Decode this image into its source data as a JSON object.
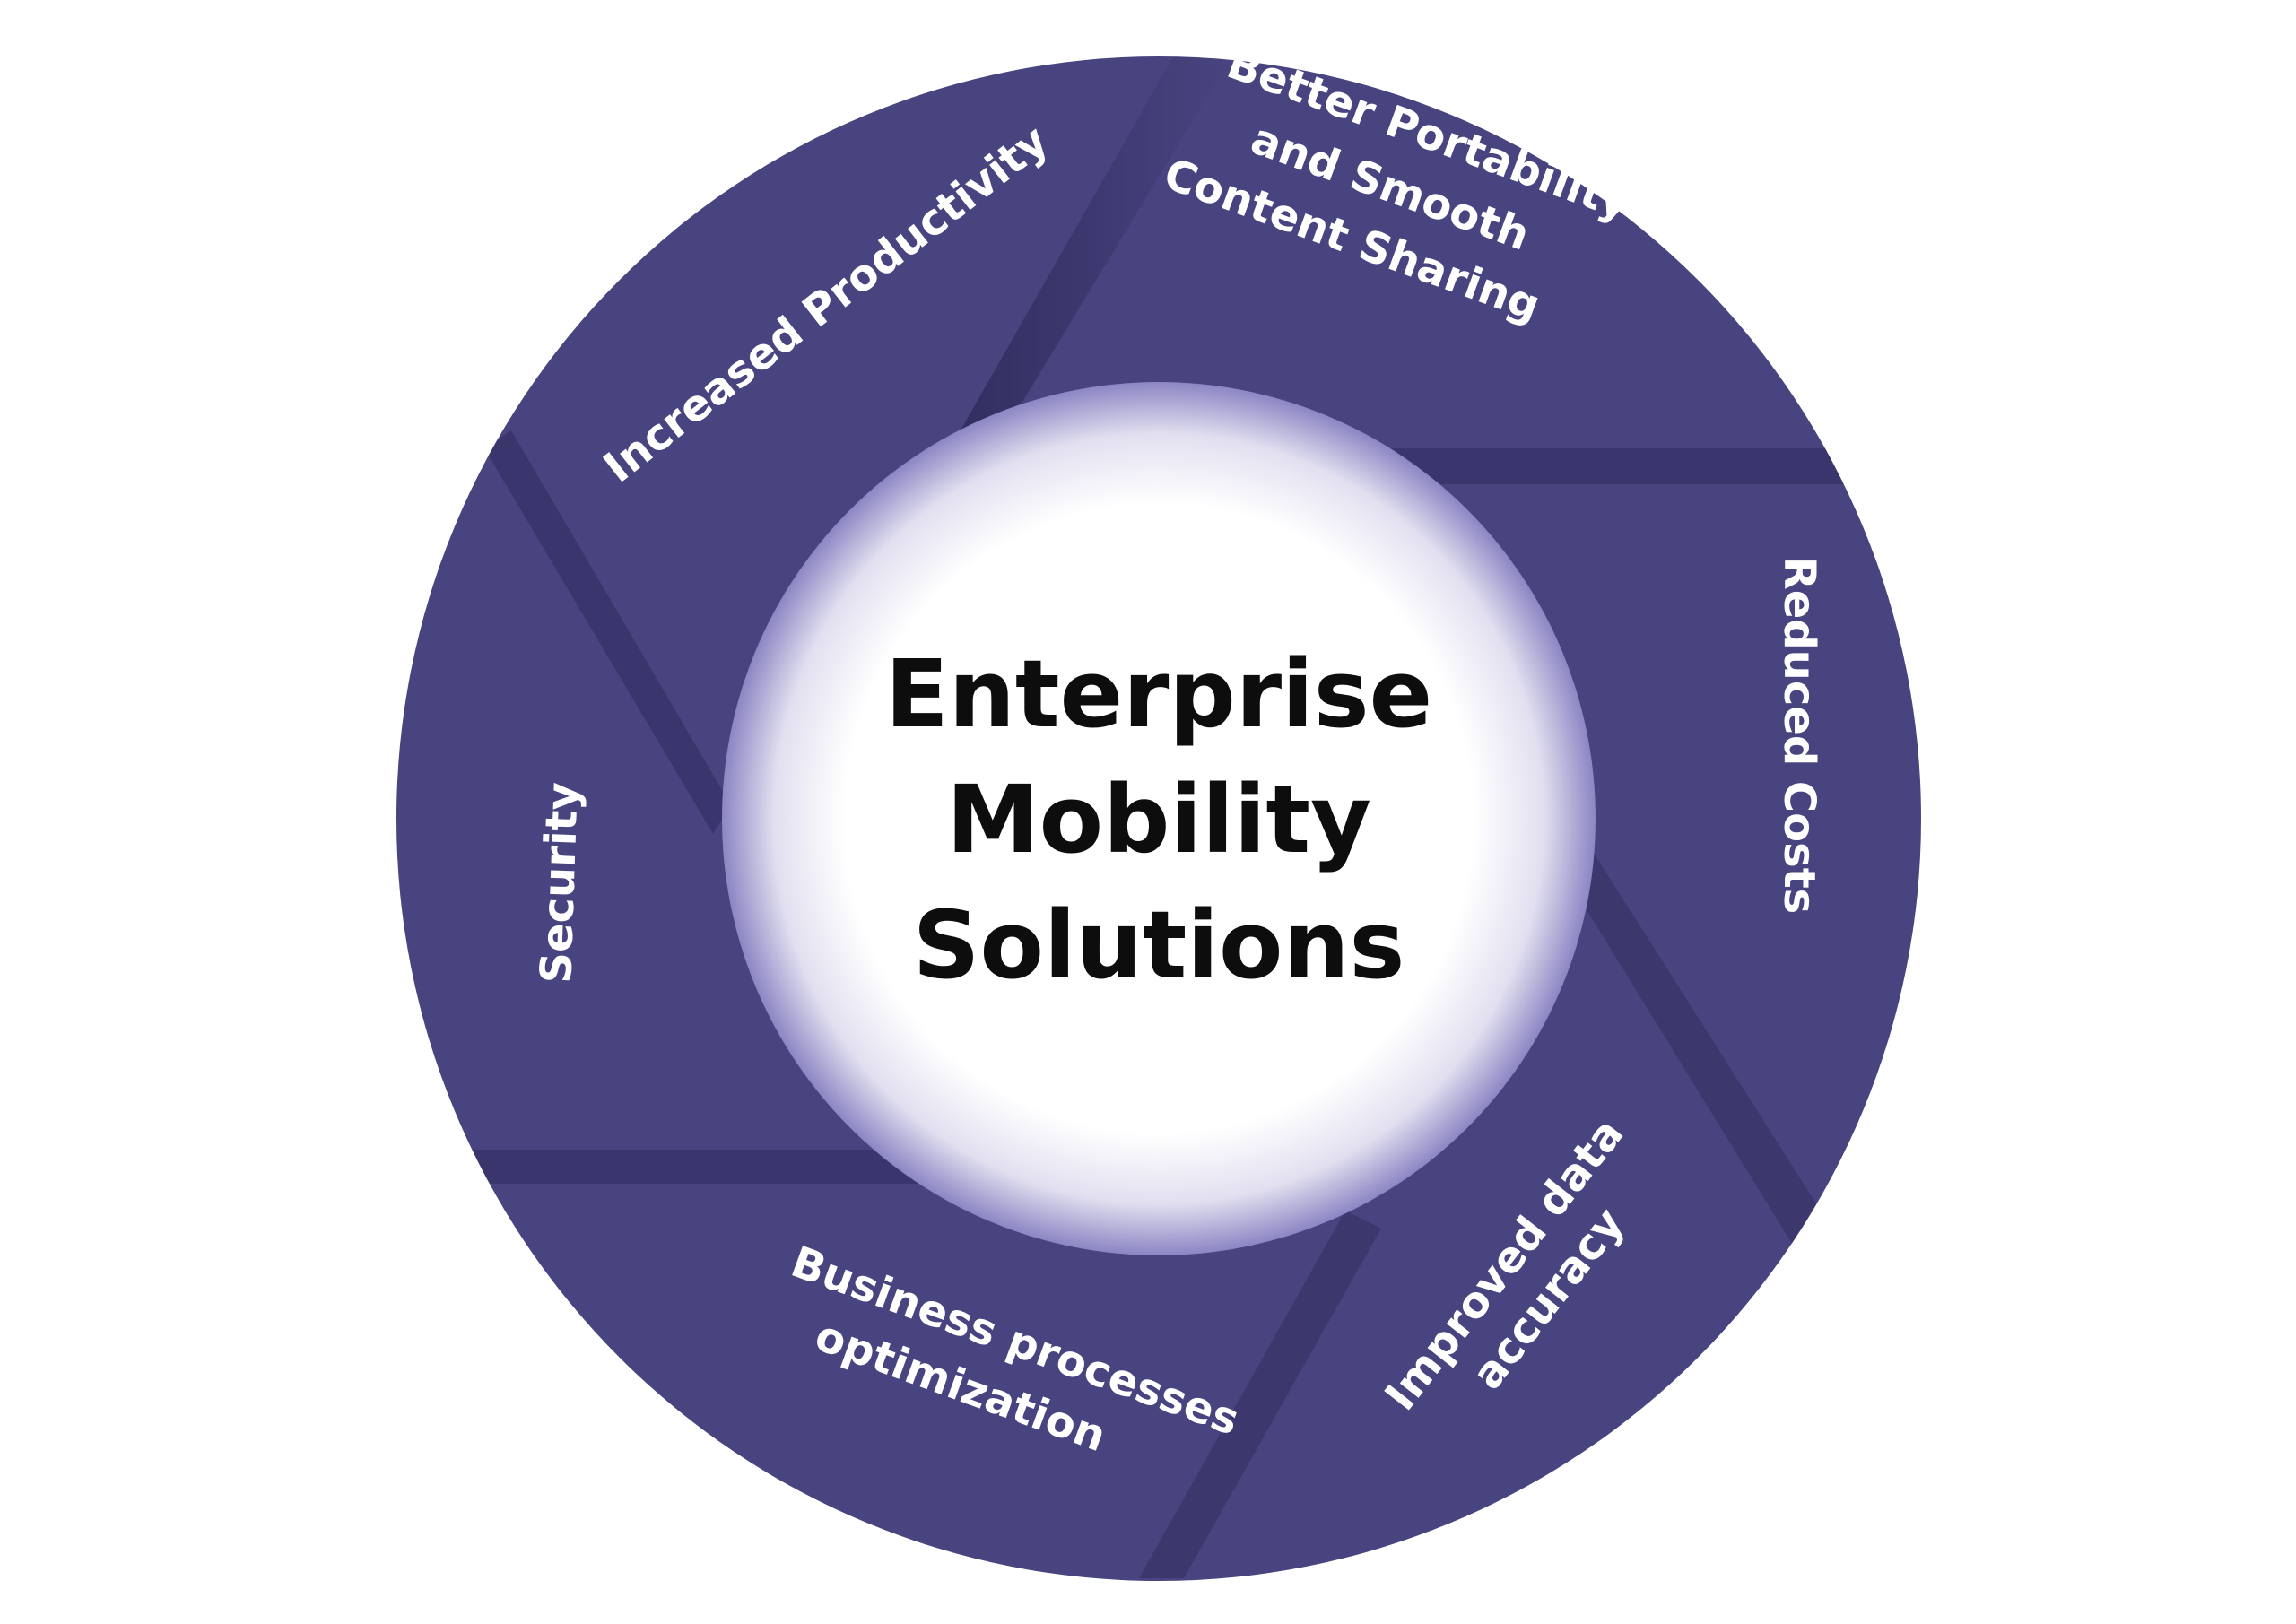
{
  "colors": {
    "segment": "#484480",
    "segment_shadow": "#2f2b5c",
    "center_fill": "#ffffff",
    "center_glow": "#8c86c4",
    "label": "#ffffff",
    "center_text": "#0d0d0d"
  },
  "center": {
    "line1": "Enterprise",
    "line2": "Mobility",
    "line3": "Solutions"
  },
  "segments": [
    {
      "id": "increased-productivity",
      "lines": [
        "Increased Productivity"
      ]
    },
    {
      "id": "better-portability",
      "lines": [
        "Better Portability",
        "and Smooth",
        "Content Sharing"
      ]
    },
    {
      "id": "reduced-costs",
      "lines": [
        "Reduced Costs"
      ]
    },
    {
      "id": "improved-data-accuracy",
      "lines": [
        "Improved data",
        "accuracy"
      ]
    },
    {
      "id": "business-processes",
      "lines": [
        "Business processes",
        "optimization"
      ]
    },
    {
      "id": "security",
      "lines": [
        "Security"
      ]
    }
  ]
}
